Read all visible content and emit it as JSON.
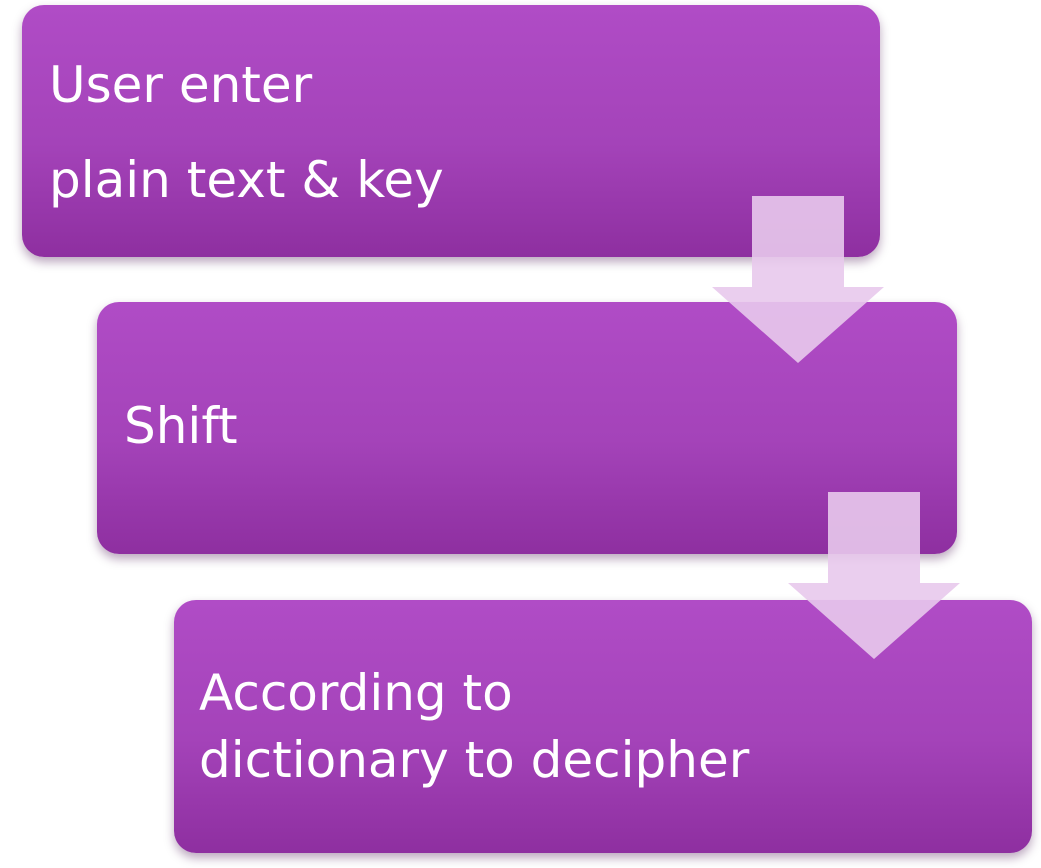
{
  "steps": [
    {
      "lines": [
        "User enter",
        "plain text & key"
      ]
    },
    {
      "lines": [
        "Shift"
      ]
    },
    {
      "lines": [
        "According to",
        "dictionary to decipher"
      ]
    }
  ],
  "colors": {
    "box_top": "#b04cc6",
    "box_bottom": "#8e2fa0",
    "text": "#ffffff",
    "arrow": "#e8c9ec"
  }
}
